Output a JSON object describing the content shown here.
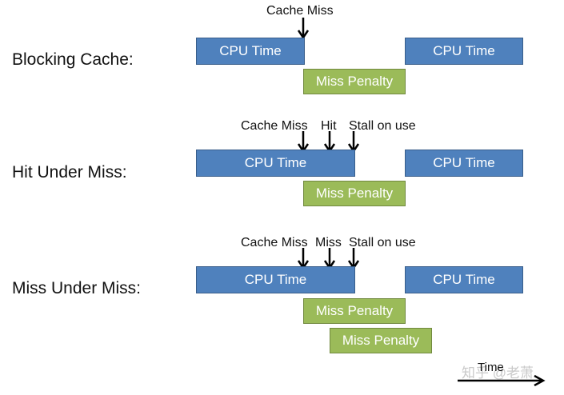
{
  "rows": [
    {
      "label": "Blocking Cache:",
      "cpu_boxes": [
        "CPU Time",
        "CPU Time"
      ],
      "penalty_boxes": [
        "Miss Penalty"
      ],
      "annotations": [
        "Cache Miss"
      ]
    },
    {
      "label": "Hit Under Miss:",
      "cpu_boxes": [
        "CPU Time",
        "CPU Time"
      ],
      "penalty_boxes": [
        "Miss Penalty"
      ],
      "annotations": [
        "Cache Miss",
        "Hit",
        "Stall on use"
      ]
    },
    {
      "label": "Miss Under Miss:",
      "cpu_boxes": [
        "CPU Time",
        "CPU Time"
      ],
      "penalty_boxes": [
        "Miss Penalty",
        "Miss Penalty"
      ],
      "annotations": [
        "Cache Miss",
        "Miss",
        "Stall on use"
      ]
    }
  ],
  "time_axis": {
    "label": "Time"
  },
  "watermark": "知乎 @老萧",
  "colors": {
    "cpu": "#4f81bd",
    "penalty": "#9bbb59",
    "text": "#111111"
  }
}
